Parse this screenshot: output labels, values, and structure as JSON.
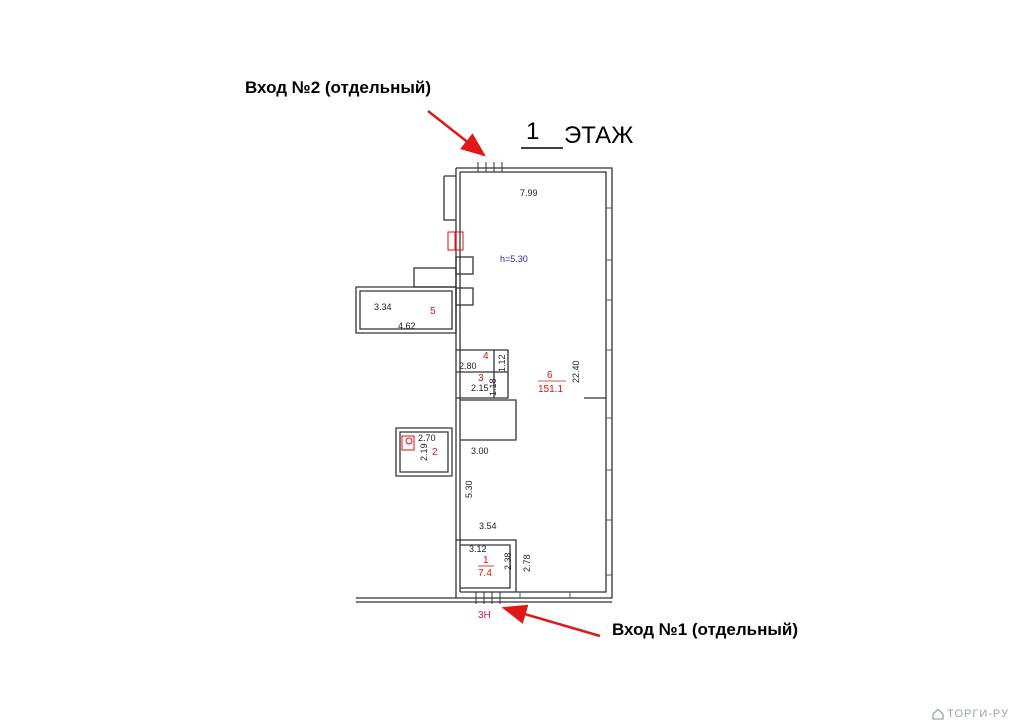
{
  "entrances": {
    "entrance_2_label": "Вход №2 (отдельный)",
    "entrance_1_label": "Вход №1 (отдельный)"
  },
  "floor_heading": {
    "number": "1",
    "word": "ЭТАЖ"
  },
  "ceiling_height": "h=5.30",
  "dimensions": {
    "top_width": "7.99",
    "right_length": "22.40",
    "corridor_length": "5.30",
    "room5_width": "3.34",
    "room5_length": "4.62",
    "room4_width": "2.80",
    "room4_depth": "1.12",
    "room3_width": "2.15",
    "room3_depth": "1.18",
    "room2_width": "2.70",
    "room2_depth": "2.19",
    "middle_width": "3.00",
    "vestibule_outer_width": "3.54",
    "room1_width": "3.12",
    "room1_depth": "2.38",
    "vestibule_depth": "2.78"
  },
  "rooms": {
    "room1": {
      "number": "1",
      "area": "7.4"
    },
    "room2": {
      "number": "2"
    },
    "room3": {
      "number": "3"
    },
    "room4": {
      "number": "4"
    },
    "room5": {
      "number": "5"
    },
    "room6": {
      "number": "6",
      "area": "151.1"
    }
  },
  "entry_mark": "3Н",
  "logo_text": "ТОРГИ-РУ",
  "colors": {
    "arrow": "#e01818",
    "room_label": "#dd1111",
    "height_label": "#2a2aa8",
    "entry_mark": "#c2185b"
  }
}
